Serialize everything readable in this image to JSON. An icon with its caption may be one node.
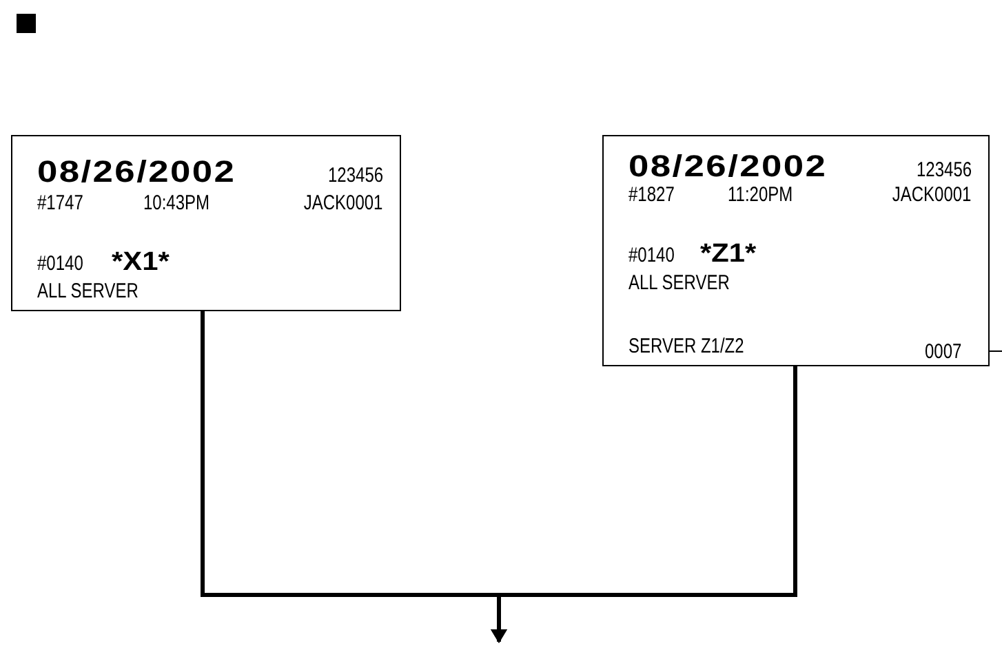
{
  "diagram": {
    "nodes": [
      {
        "text": [
          "08/26/2002",
          "123456",
          "#1747",
          "10:43PM",
          "JACK0001",
          "#0140",
          "*X1*",
          "ALL SERVER"
        ]
      },
      {
        "text": [
          "08/26/2002",
          "123456",
          "#1827",
          "11:20PM",
          "JACK0001",
          "#0140",
          "*Z1*",
          "ALL SERVER",
          "SERVER Z1/Z2"
        ]
      },
      {
        "text": [
          "0007"
        ],
        "in": 1
      }
    ],
    "edges": [
      {
        "from": 0,
        "to": null,
        "arrow": "to"
      },
      {
        "from": 1,
        "to": null,
        "arrow": "to"
      },
      {
        "from": 2,
        "to": null,
        "arrow": "none"
      }
    ]
  }
}
